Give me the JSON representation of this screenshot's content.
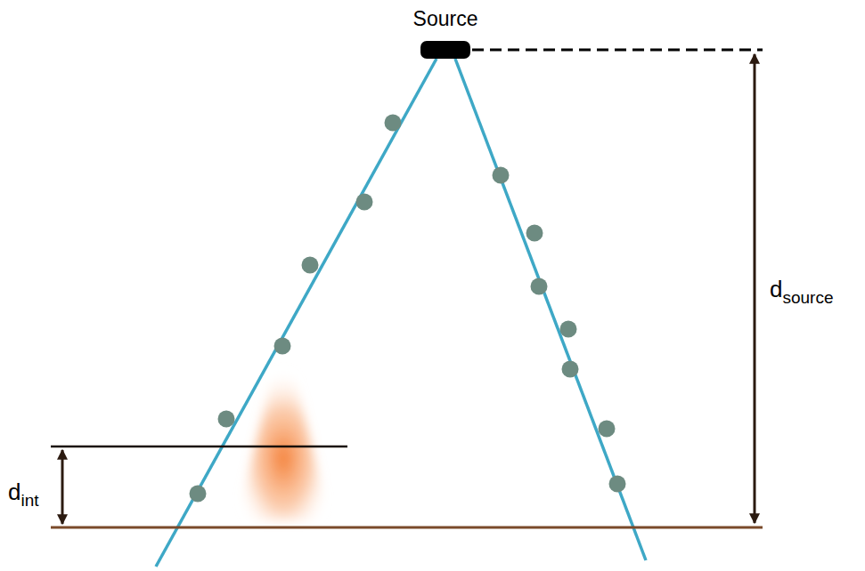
{
  "diagram": {
    "nodes": [
      {
        "text": [
          "Source"
        ]
      }
    ],
    "labels": [
      "d",
      "source",
      "d",
      "int"
    ]
  }
}
